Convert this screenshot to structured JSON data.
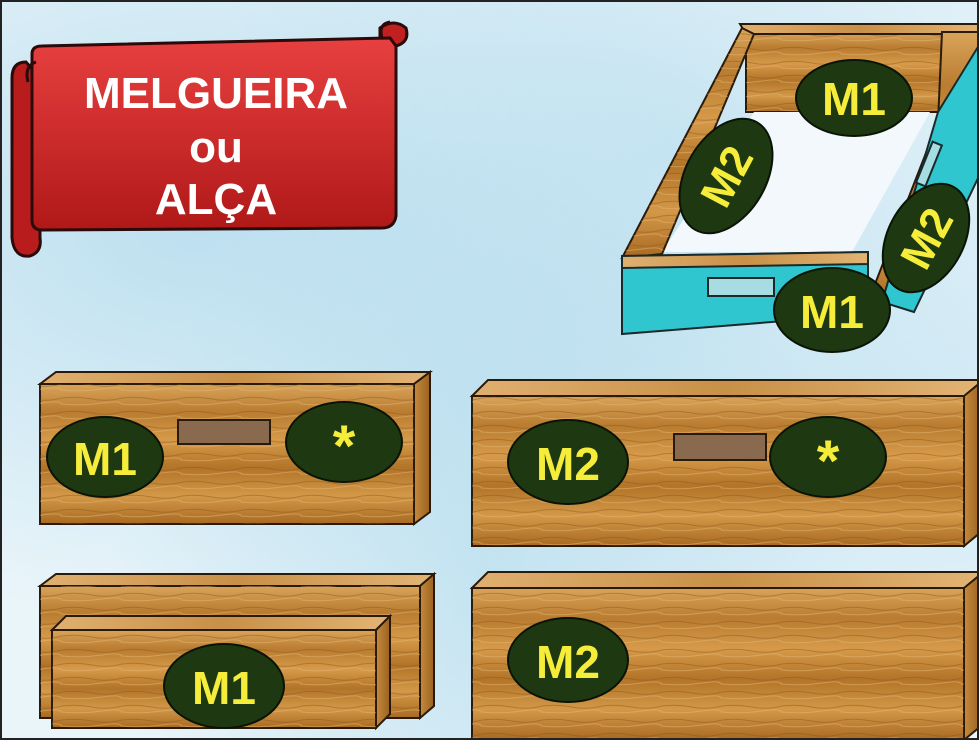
{
  "banner": {
    "line1": "MELGUEIRA",
    "line2": "ou",
    "line3": "ALÇA",
    "color": "#d32b2b"
  },
  "assembled_box": {
    "labels": {
      "back": "M1",
      "left": "M2",
      "right": "M2",
      "front": "M1"
    },
    "front_color": "#2fc6d0"
  },
  "pieces": {
    "piece1_label": "M1",
    "piece1_mark": "*",
    "piece2_label": "M2",
    "piece2_mark": "*",
    "piece3_label": "M1",
    "piece4_label": "M2"
  },
  "colors": {
    "oval": "#1e3812",
    "label_text": "#f6ec3a",
    "wood": "#c48b3a",
    "handle": "#8a6a4e"
  }
}
